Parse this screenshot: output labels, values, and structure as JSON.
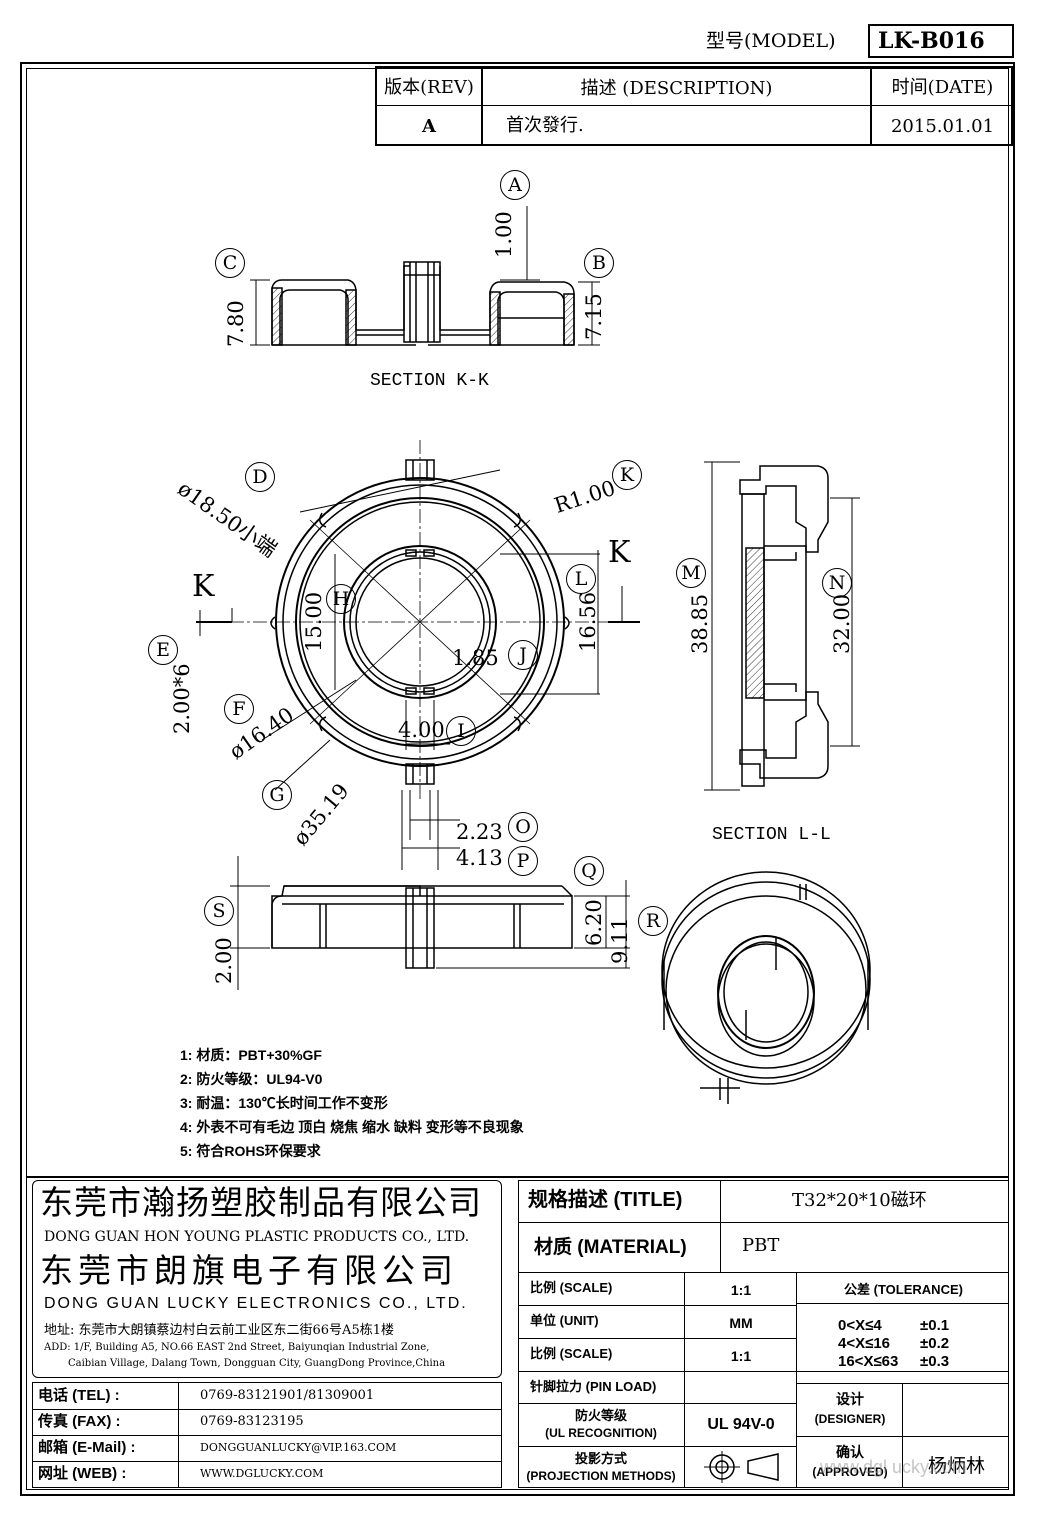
{
  "model": {
    "label": "型号(MODEL)",
    "value": "LK-B016"
  },
  "revision_table": {
    "headers": {
      "rev": "版本(REV)",
      "description": "描述 (DESCRIPTION)",
      "date": "时间(DATE)"
    },
    "row": {
      "rev": "A",
      "description": "首次發行.",
      "date": "2015.01.01"
    }
  },
  "section_labels": {
    "kk": "SECTION  K-K",
    "ll": "SECTION  L-L"
  },
  "callouts": [
    "A",
    "B",
    "C",
    "D",
    "E",
    "F",
    "G",
    "H",
    "I",
    "J",
    "K",
    "L",
    "M",
    "N",
    "O",
    "P",
    "Q",
    "R",
    "S"
  ],
  "section_markers": {
    "k_left": "K",
    "k_right": "K"
  },
  "dimensions": {
    "a": "1.00",
    "c": "7.80",
    "b": "7.15",
    "d": "ø18.50小端",
    "k": "R1.00",
    "e": "2.00*6",
    "h": "15.00",
    "l": "16.56",
    "j": "1.85",
    "i": "4.00",
    "f": "ø16.40",
    "g": "ø35.19",
    "o": "2.23",
    "p": "4.13",
    "m": "38.85",
    "n": "32.00",
    "s": "2.00",
    "q": "6.20",
    "r": "9.11"
  },
  "notes": [
    "1: 材质：PBT+30%GF",
    "2: 防火等级：UL94-V0",
    "3: 耐温：130℃长时间工作不变形",
    "4: 外表不可有毛边  顶白  烧焦  缩水  缺料  变形等不良现象",
    "5: 符合ROHS环保要求"
  ],
  "company": {
    "name_cn_1": "东莞市瀚扬塑胶制品有限公司",
    "name_en_1": "DONG GUAN HON YOUNG PLASTIC PRODUCTS CO., LTD.",
    "name_cn_2": "东莞市朗旗电子有限公司",
    "name_en_2": "DONG GUAN LUCKY ELECTRONICS CO., LTD.",
    "address_cn": "地址: 东莞市大朗镇蔡边村白云前工业区东二街66号A5栋1楼",
    "address_en_1": "ADD: 1/F, Building A5, NO.66 EAST 2nd Street, Baiyunqian Industrial Zone,",
    "address_en_2": "Caibian Village, Dalang Town, Dongguan City, GuangDong Province,China"
  },
  "contacts": [
    {
      "label": "电话 (TEL) :",
      "value": "0769-83121901/81309001"
    },
    {
      "label": "传真 (FAX) :",
      "value": "0769-83123195"
    },
    {
      "label": "邮箱 (E-Mail) :",
      "value": "DONGGUANLUCKY@VIP.163.COM"
    },
    {
      "label": "网址 (WEB) :",
      "value": "WWW.DGLUCKY.COM"
    }
  ],
  "title_block": {
    "title_label": "规格描述 (TITLE)",
    "title_value": "T32*20*10磁环",
    "material_label": "材质 (MATERIAL)",
    "material_value": "PBT",
    "scale_label": "比例 (SCALE)",
    "scale_value": "1:1",
    "unit_label": "单位 (UNIT)",
    "unit_value": "MM",
    "scale2_label": "比例 (SCALE)",
    "scale2_value": "1:1",
    "pin_load_label": "针脚拉力 (PIN LOAD)",
    "pin_load_value": "",
    "ul_label_1": "防火等级",
    "ul_label_2": "(UL RECOGNITION)",
    "ul_value": "UL 94V-0",
    "projection_label_1": "投影方式",
    "projection_label_2": "(PROJECTION METHODS)",
    "tolerance_label": "公差 (TOLERANCE)",
    "tolerance": [
      {
        "range": "0<X≤4",
        "value": "±0.1"
      },
      {
        "range": "4<X≤16",
        "value": "±0.2"
      },
      {
        "range": "16<X≤63",
        "value": "±0.3"
      }
    ],
    "designer_label_1": "设计",
    "designer_label_2": "(DESIGNER)",
    "designer_value": "",
    "approved_label_1": "确认",
    "approved_label_2": "(APPROVED)",
    "approved_value": "杨炳林",
    "watermark": "www.dgl   ucky.com"
  }
}
